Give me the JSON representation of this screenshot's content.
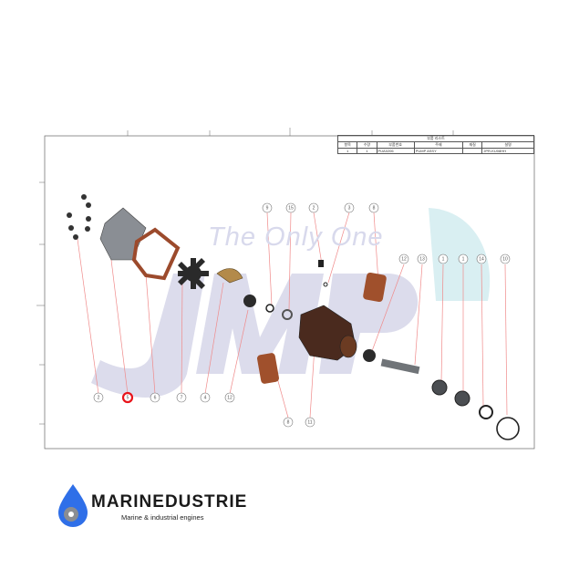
{
  "watermark": {
    "text": "The Only One",
    "logo_letters": "JMP"
  },
  "parts_list": {
    "title": "부품 리스트",
    "headers": [
      "항목",
      "수량",
      "부품번호",
      "주제",
      "재질",
      "설명"
    ],
    "rows": [
      [
        "1",
        "1",
        "PUA0206",
        "PUMP ASSY",
        "",
        "JPR-KU08HH"
      ]
    ]
  },
  "balloons": {
    "top": [
      "9",
      "15",
      "2",
      "3",
      "8"
    ],
    "right": [
      "12",
      "13",
      "1",
      "1",
      "14",
      "10"
    ],
    "bottom_left": [
      "2",
      "5",
      "6",
      "7",
      "4",
      "12"
    ],
    "bottom_mid": [
      "8",
      "11"
    ]
  },
  "highlight_color": "#e8141b",
  "brand": {
    "name": "MARINEDUSTRIE",
    "tagline": "Marine & industrial engines",
    "accent": "#2f6fe8"
  }
}
